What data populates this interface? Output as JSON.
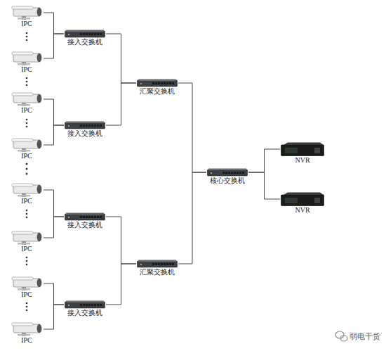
{
  "diagram": {
    "nodes": [
      {
        "text": [
          "IPC"
        ]
      },
      {
        "text": [
          "IPC"
        ]
      },
      {
        "text": [
          "IPC"
        ]
      },
      {
        "text": [
          "IPC"
        ]
      },
      {
        "text": [
          "IPC"
        ]
      },
      {
        "text": [
          "IPC"
        ]
      },
      {
        "text": [
          "IPC"
        ]
      },
      {
        "text": [
          "IPC"
        ]
      },
      {
        "text": [
          "接入交换机"
        ]
      },
      {
        "text": [
          "接入交换机"
        ]
      },
      {
        "text": [
          "接入交换机"
        ]
      },
      {
        "text": [
          "接入交换机"
        ]
      },
      {
        "text": [
          "汇聚交换机"
        ]
      },
      {
        "text": [
          "汇聚交换机"
        ]
      },
      {
        "text": [
          "核心交换机"
        ]
      },
      {
        "text": [
          "NVR"
        ]
      },
      {
        "text": [
          "NVR"
        ]
      }
    ],
    "edges": [
      {
        "from": 0,
        "to": 8,
        "arrow": "none"
      },
      {
        "from": 1,
        "to": 8,
        "arrow": "none"
      },
      {
        "from": 2,
        "to": 9,
        "arrow": "none"
      },
      {
        "from": 3,
        "to": 9,
        "arrow": "none"
      },
      {
        "from": 4,
        "to": 10,
        "arrow": "none"
      },
      {
        "from": 5,
        "to": 10,
        "arrow": "none"
      },
      {
        "from": 6,
        "to": 11,
        "arrow": "none"
      },
      {
        "from": 7,
        "to": 11,
        "arrow": "none"
      },
      {
        "from": 8,
        "to": 12,
        "arrow": "none"
      },
      {
        "from": 9,
        "to": 12,
        "arrow": "none"
      },
      {
        "from": 10,
        "to": 13,
        "arrow": "none"
      },
      {
        "from": 11,
        "to": 13,
        "arrow": "none"
      },
      {
        "from": 12,
        "to": 14,
        "arrow": "none"
      },
      {
        "from": 13,
        "to": 14,
        "arrow": "none"
      },
      {
        "from": 14,
        "to": 15,
        "arrow": "none"
      },
      {
        "from": 14,
        "to": 16,
        "arrow": "none"
      }
    ],
    "labels": [
      "弱电干货"
    ]
  }
}
